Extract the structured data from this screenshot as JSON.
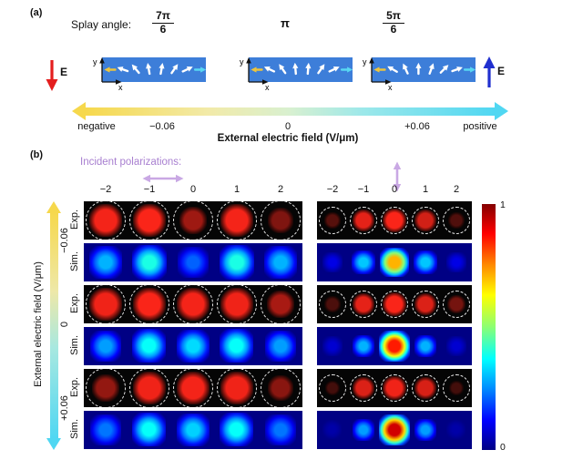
{
  "figure": {
    "panel_a": {
      "label": "(a)",
      "splay_angle_label": "Splay angle:",
      "angles": [
        {
          "numerator": "7π",
          "denominator": "6"
        },
        {
          "value": "π"
        },
        {
          "numerator": "5π",
          "denominator": "6"
        }
      ],
      "left_field_label": "E",
      "right_field_label": "E",
      "cell_axis": {
        "x": "x",
        "y": "y"
      },
      "cells": [
        {
          "director_angles_deg": [
            180,
            -160,
            -130,
            -100,
            -80,
            -55,
            -25,
            0
          ]
        },
        {
          "director_angles_deg": [
            180,
            -155,
            -125,
            -95,
            -85,
            -55,
            -25,
            0
          ]
        },
        {
          "director_angles_deg": [
            180,
            -150,
            -115,
            -90,
            -70,
            -45,
            -20,
            0
          ]
        }
      ],
      "axis_labels": [
        "negative",
        "−0.06",
        "0",
        "+0.06",
        "positive"
      ],
      "axis_title": "External electric field (V/μm)"
    },
    "panel_b": {
      "label": "(b)",
      "incident_label": "Incident polarizations:",
      "x_ticks": [
        "−2",
        "−1",
        "0",
        "1",
        "2"
      ],
      "row_labels": [
        "Exp.",
        "Sim.",
        "Exp.",
        "Sim.",
        "Exp.",
        "Sim."
      ],
      "y_axis_title": "External electric field (V/μm)",
      "y_tick_labels": [
        "−0.06",
        "0",
        "+0.06"
      ],
      "colorbar": {
        "max": "1",
        "min": "0"
      }
    }
  },
  "colors": {
    "cell_blue": "#3d7ed9",
    "arrow_yellow": "#ecc43e",
    "arrow_cyan": "#58d7f2",
    "e_negative_red": "#e41e1e",
    "e_positive_blue": "#2030cf",
    "gradient_yellow": "#f6d84c",
    "gradient_cyan": "#50d7f2",
    "incident_purple": "#a87fd0",
    "incident_arrow_purple": "#c9a8e4"
  },
  "chart_data": {
    "type": "heatmap",
    "title": "Diffraction spot intensity vs external electric field",
    "x_positions": [
      -2,
      -1,
      0,
      1,
      2
    ],
    "field_values": [
      "−0.06",
      "0",
      "+0.06"
    ],
    "scale": {
      "min": 0,
      "max": 1,
      "colormap": "jet"
    },
    "columns": [
      {
        "polarization": "horizontal",
        "rows": [
          {
            "label": "Exp.",
            "kind": "experiment",
            "field": "−0.06",
            "intensities": [
              0.92,
              0.95,
              0.5,
              0.92,
              0.35
            ]
          },
          {
            "label": "Sim.",
            "kind": "simulation",
            "field": "−0.06",
            "intensities": [
              0.3,
              0.4,
              0.22,
              0.4,
              0.3
            ]
          },
          {
            "label": "Exp.",
            "kind": "experiment",
            "field": "0",
            "intensities": [
              0.9,
              0.95,
              0.92,
              0.9,
              0.55
            ]
          },
          {
            "label": "Sim.",
            "kind": "simulation",
            "field": "0",
            "intensities": [
              0.28,
              0.38,
              0.34,
              0.38,
              0.28
            ]
          },
          {
            "label": "Exp.",
            "kind": "experiment",
            "field": "+0.06",
            "intensities": [
              0.45,
              0.9,
              0.92,
              0.9,
              0.4
            ]
          },
          {
            "label": "Sim.",
            "kind": "simulation",
            "field": "+0.06",
            "intensities": [
              0.24,
              0.38,
              0.33,
              0.38,
              0.24
            ]
          }
        ]
      },
      {
        "polarization": "vertical",
        "rows": [
          {
            "label": "Exp.",
            "kind": "experiment",
            "field": "−0.06",
            "intensities": [
              0.15,
              0.85,
              0.95,
              0.75,
              0.12
            ]
          },
          {
            "label": "Sim.",
            "kind": "simulation",
            "field": "−0.06",
            "intensities": [
              0.1,
              0.32,
              0.7,
              0.32,
              0.1
            ]
          },
          {
            "label": "Exp.",
            "kind": "experiment",
            "field": "0",
            "intensities": [
              0.1,
              0.85,
              0.95,
              0.8,
              0.3
            ]
          },
          {
            "label": "Sim.",
            "kind": "simulation",
            "field": "0",
            "intensities": [
              0.08,
              0.3,
              0.85,
              0.3,
              0.08
            ]
          },
          {
            "label": "Exp.",
            "kind": "experiment",
            "field": "+0.06",
            "intensities": [
              0.06,
              0.8,
              0.9,
              0.78,
              0.06
            ]
          },
          {
            "label": "Sim.",
            "kind": "simulation",
            "field": "+0.06",
            "intensities": [
              0.04,
              0.28,
              0.92,
              0.28,
              0.04
            ]
          }
        ]
      }
    ]
  }
}
